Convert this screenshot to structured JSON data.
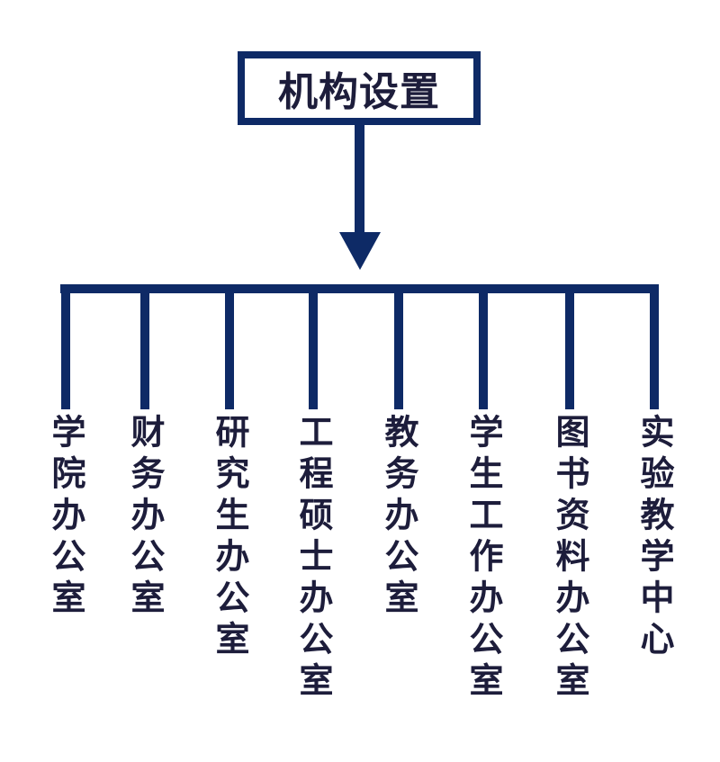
{
  "colors": {
    "line": "#0e2a66",
    "text": "#1d1d3b",
    "background": "#ffffff"
  },
  "icons": {
    "arrow_down": "▼"
  },
  "diagram": {
    "root": {
      "label": "机构设置"
    },
    "departments": [
      "学院办公室",
      "财务办公室",
      "研究生办公室",
      "工程硕士办公室",
      "教务办公室",
      "学生工作办公室",
      "图书资料办公室",
      "实验教学中心"
    ]
  }
}
